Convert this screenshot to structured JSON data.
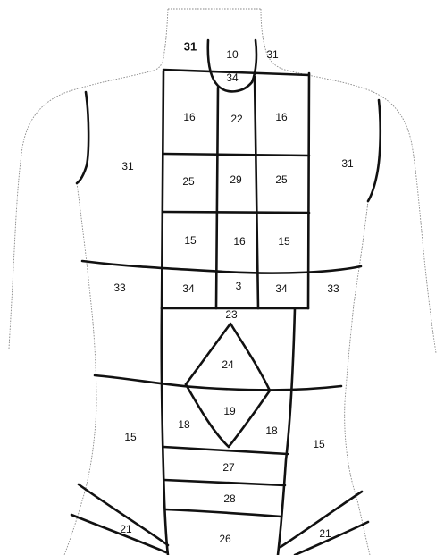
{
  "zones": [
    {
      "id": "neck-left",
      "label": "31",
      "bold": true
    },
    {
      "id": "neck-center",
      "label": "10"
    },
    {
      "id": "neck-right",
      "label": "31"
    },
    {
      "id": "throat",
      "label": "34"
    },
    {
      "id": "upper-chest-left",
      "label": "16"
    },
    {
      "id": "upper-chest-center",
      "label": "22"
    },
    {
      "id": "upper-chest-right",
      "label": "16"
    },
    {
      "id": "shoulder-left",
      "label": "31"
    },
    {
      "id": "shoulder-right",
      "label": "31"
    },
    {
      "id": "mid-chest-left",
      "label": "25"
    },
    {
      "id": "mid-chest-center",
      "label": "29"
    },
    {
      "id": "mid-chest-right",
      "label": "25"
    },
    {
      "id": "lower-chest-left",
      "label": "15"
    },
    {
      "id": "lower-chest-center",
      "label": "16"
    },
    {
      "id": "lower-chest-right",
      "label": "15"
    },
    {
      "id": "side-left",
      "label": "33"
    },
    {
      "id": "ribs-left",
      "label": "34"
    },
    {
      "id": "sternum-base",
      "label": "3"
    },
    {
      "id": "ribs-right",
      "label": "34"
    },
    {
      "id": "side-right",
      "label": "33"
    },
    {
      "id": "upper-abdomen",
      "label": "23"
    },
    {
      "id": "diamond-upper",
      "label": "24"
    },
    {
      "id": "diamond-lower",
      "label": "19"
    },
    {
      "id": "abdomen-left",
      "label": "18"
    },
    {
      "id": "abdomen-right",
      "label": "18"
    },
    {
      "id": "flank-left",
      "label": "15"
    },
    {
      "id": "flank-right",
      "label": "15"
    },
    {
      "id": "lower-abdomen-upper",
      "label": "27"
    },
    {
      "id": "lower-abdomen-lower",
      "label": "28"
    },
    {
      "id": "hip-left",
      "label": "21"
    },
    {
      "id": "pelvis",
      "label": "26"
    },
    {
      "id": "hip-right",
      "label": "21"
    }
  ]
}
